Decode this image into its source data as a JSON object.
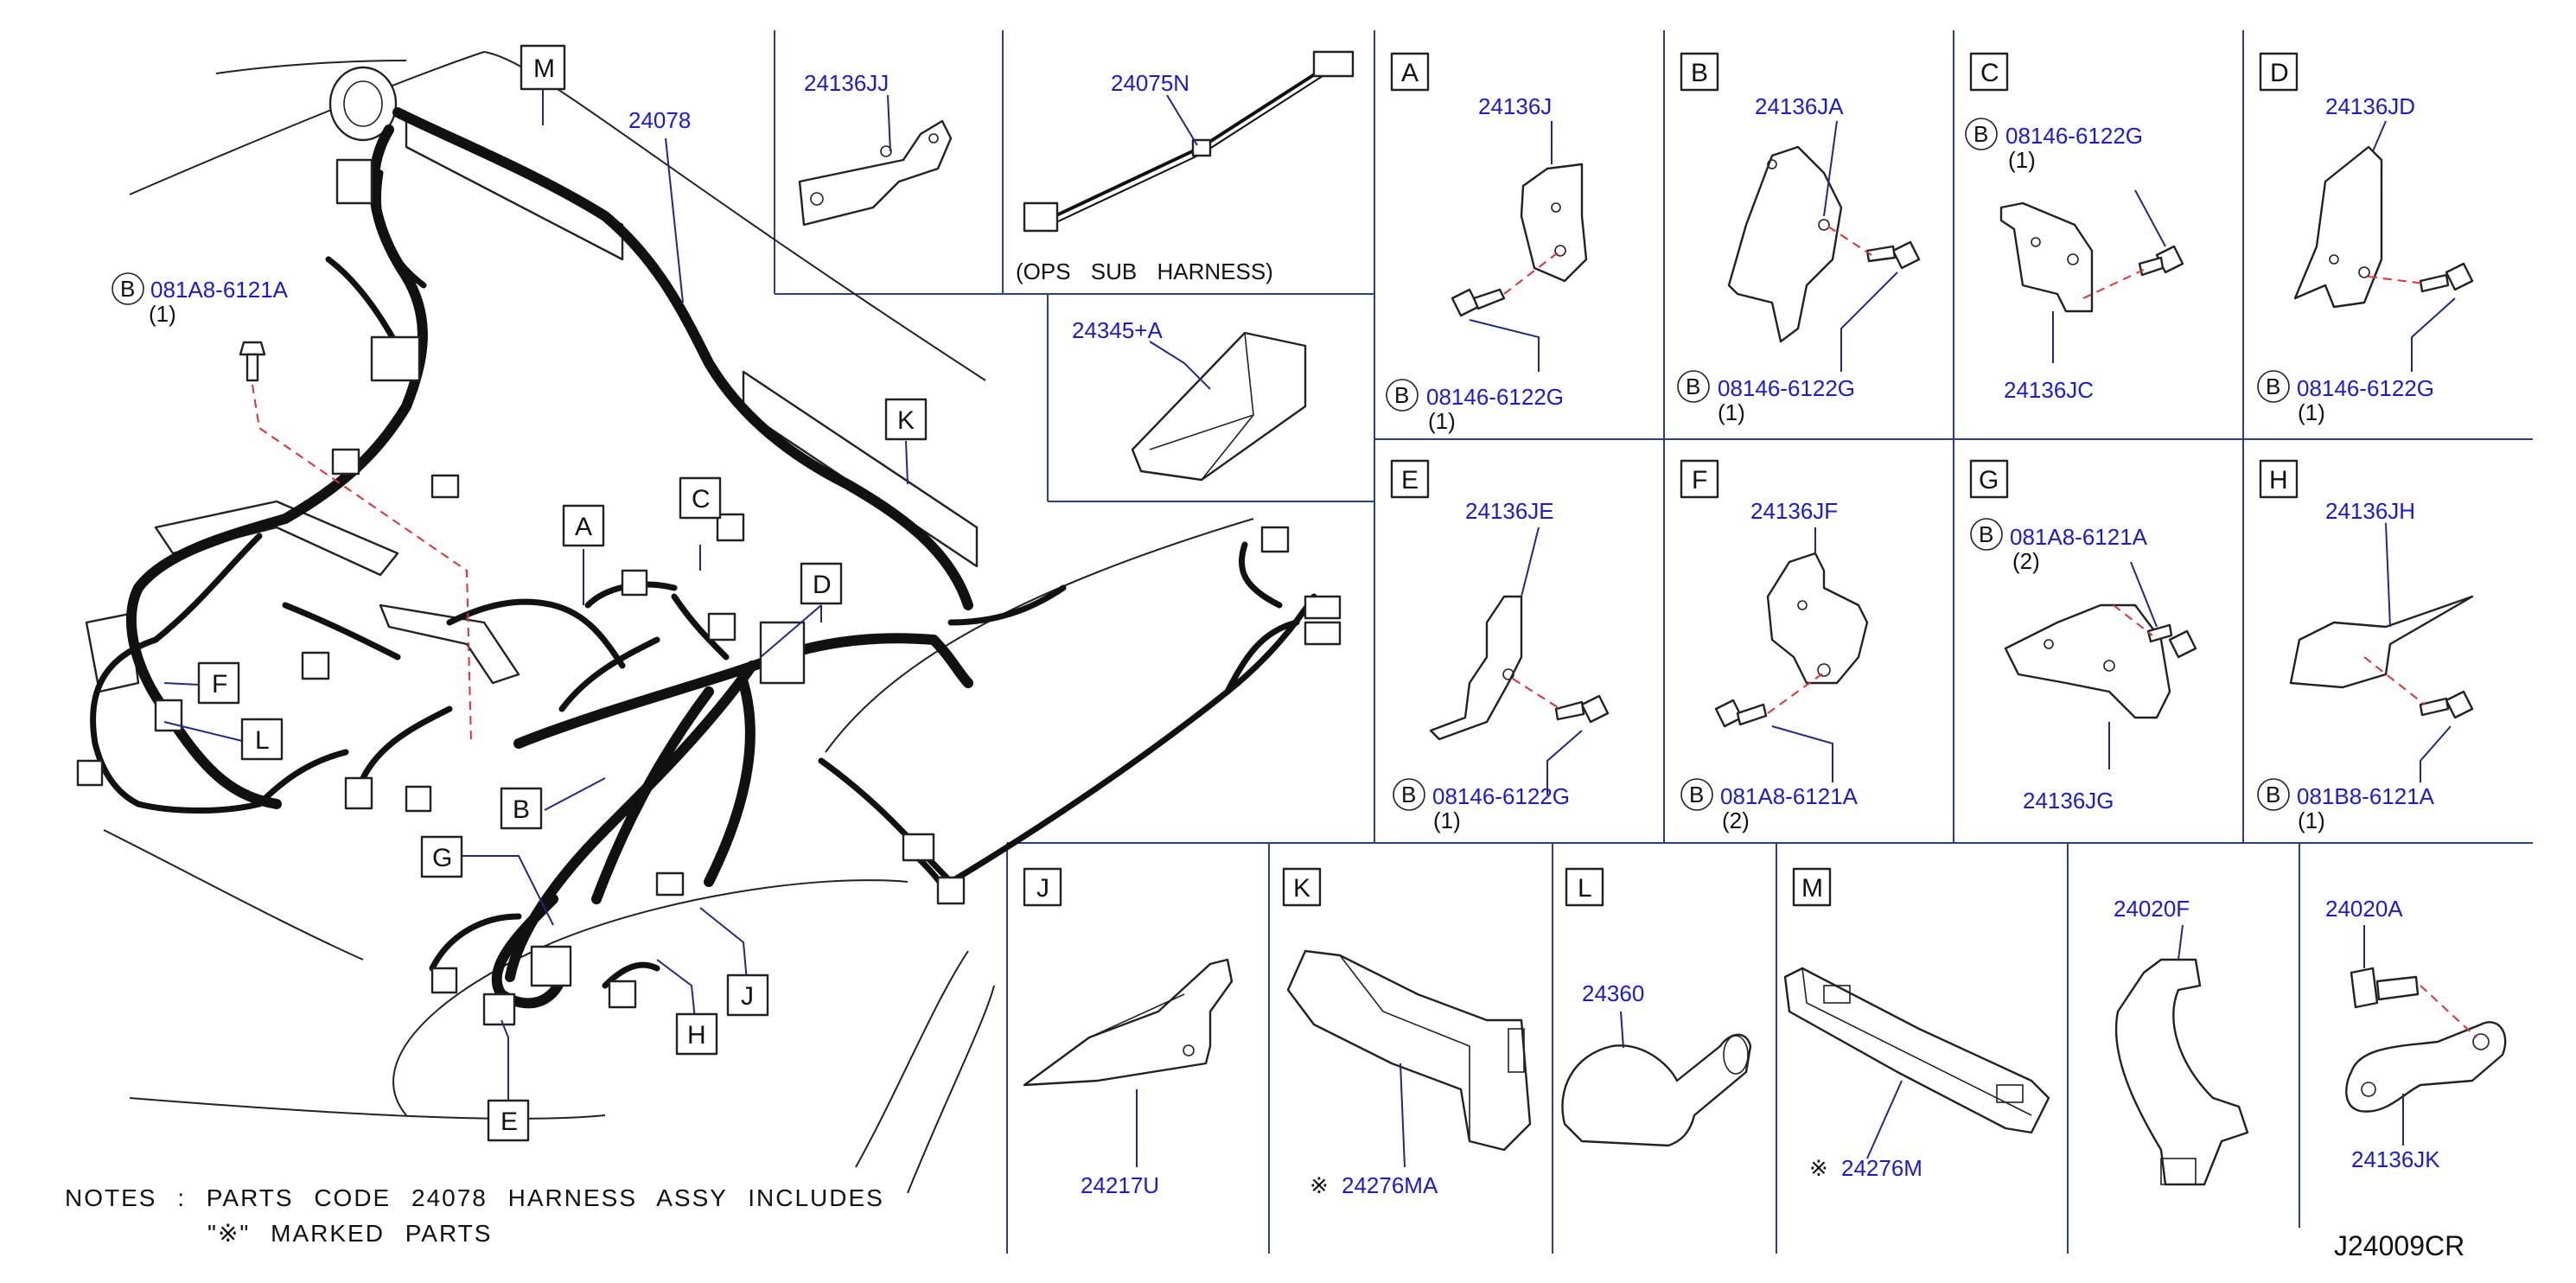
{
  "diagram_code": "J24009CR",
  "notes": {
    "line1": "NOTES : PARTS CODE 24078 HARNESS ASSY INCLUDES",
    "line2": "\"※\" MARKED PARTS"
  },
  "main_view": {
    "main_part": "24078",
    "bolt_code": "081A8-6121A",
    "bolt_qty": "(1)",
    "bolt_prefix": "B",
    "callouts": [
      "M",
      "A",
      "C",
      "K",
      "D",
      "F",
      "L",
      "B",
      "G",
      "J",
      "H",
      "E"
    ]
  },
  "top_panels": {
    "p1_part": "24136JJ",
    "p2_part": "24075N",
    "p2_caption": "(OPS SUB HARNESS)",
    "p3_part": "24345+A"
  },
  "detail_panels": [
    {
      "letter": "A",
      "part": "24136J",
      "bolt": "08146-6122G",
      "qty": "(1)"
    },
    {
      "letter": "B",
      "part": "24136JA",
      "bolt": "08146-6122G",
      "qty": "(1)"
    },
    {
      "letter": "C",
      "part": "24136JC",
      "bolt": "08146-6122G",
      "qty": "(1)"
    },
    {
      "letter": "D",
      "part": "24136JD",
      "bolt": "08146-6122G",
      "qty": "(1)"
    },
    {
      "letter": "E",
      "part": "24136JE",
      "bolt": "08146-6122G",
      "qty": "(1)"
    },
    {
      "letter": "F",
      "part": "24136JF",
      "bolt": "081A8-6121A",
      "qty": "(2)"
    },
    {
      "letter": "G",
      "part": "24136JG",
      "bolt": "081A8-6121A",
      "qty": "(2)"
    },
    {
      "letter": "H",
      "part": "24136JH",
      "bolt": "081B8-6121A",
      "qty": "(1)"
    }
  ],
  "bottom_panels": [
    {
      "letter": "J",
      "part": "24217U",
      "mark": ""
    },
    {
      "letter": "K",
      "part": "24276MA",
      "mark": "※"
    },
    {
      "letter": "L",
      "part": "24360",
      "mark": ""
    },
    {
      "letter": "M",
      "part": "24276M",
      "mark": "※"
    },
    {
      "letter": "",
      "part": "24020F",
      "mark": ""
    },
    {
      "letter": "",
      "part": "24020A",
      "mark": "",
      "part2": "24136JK"
    }
  ]
}
